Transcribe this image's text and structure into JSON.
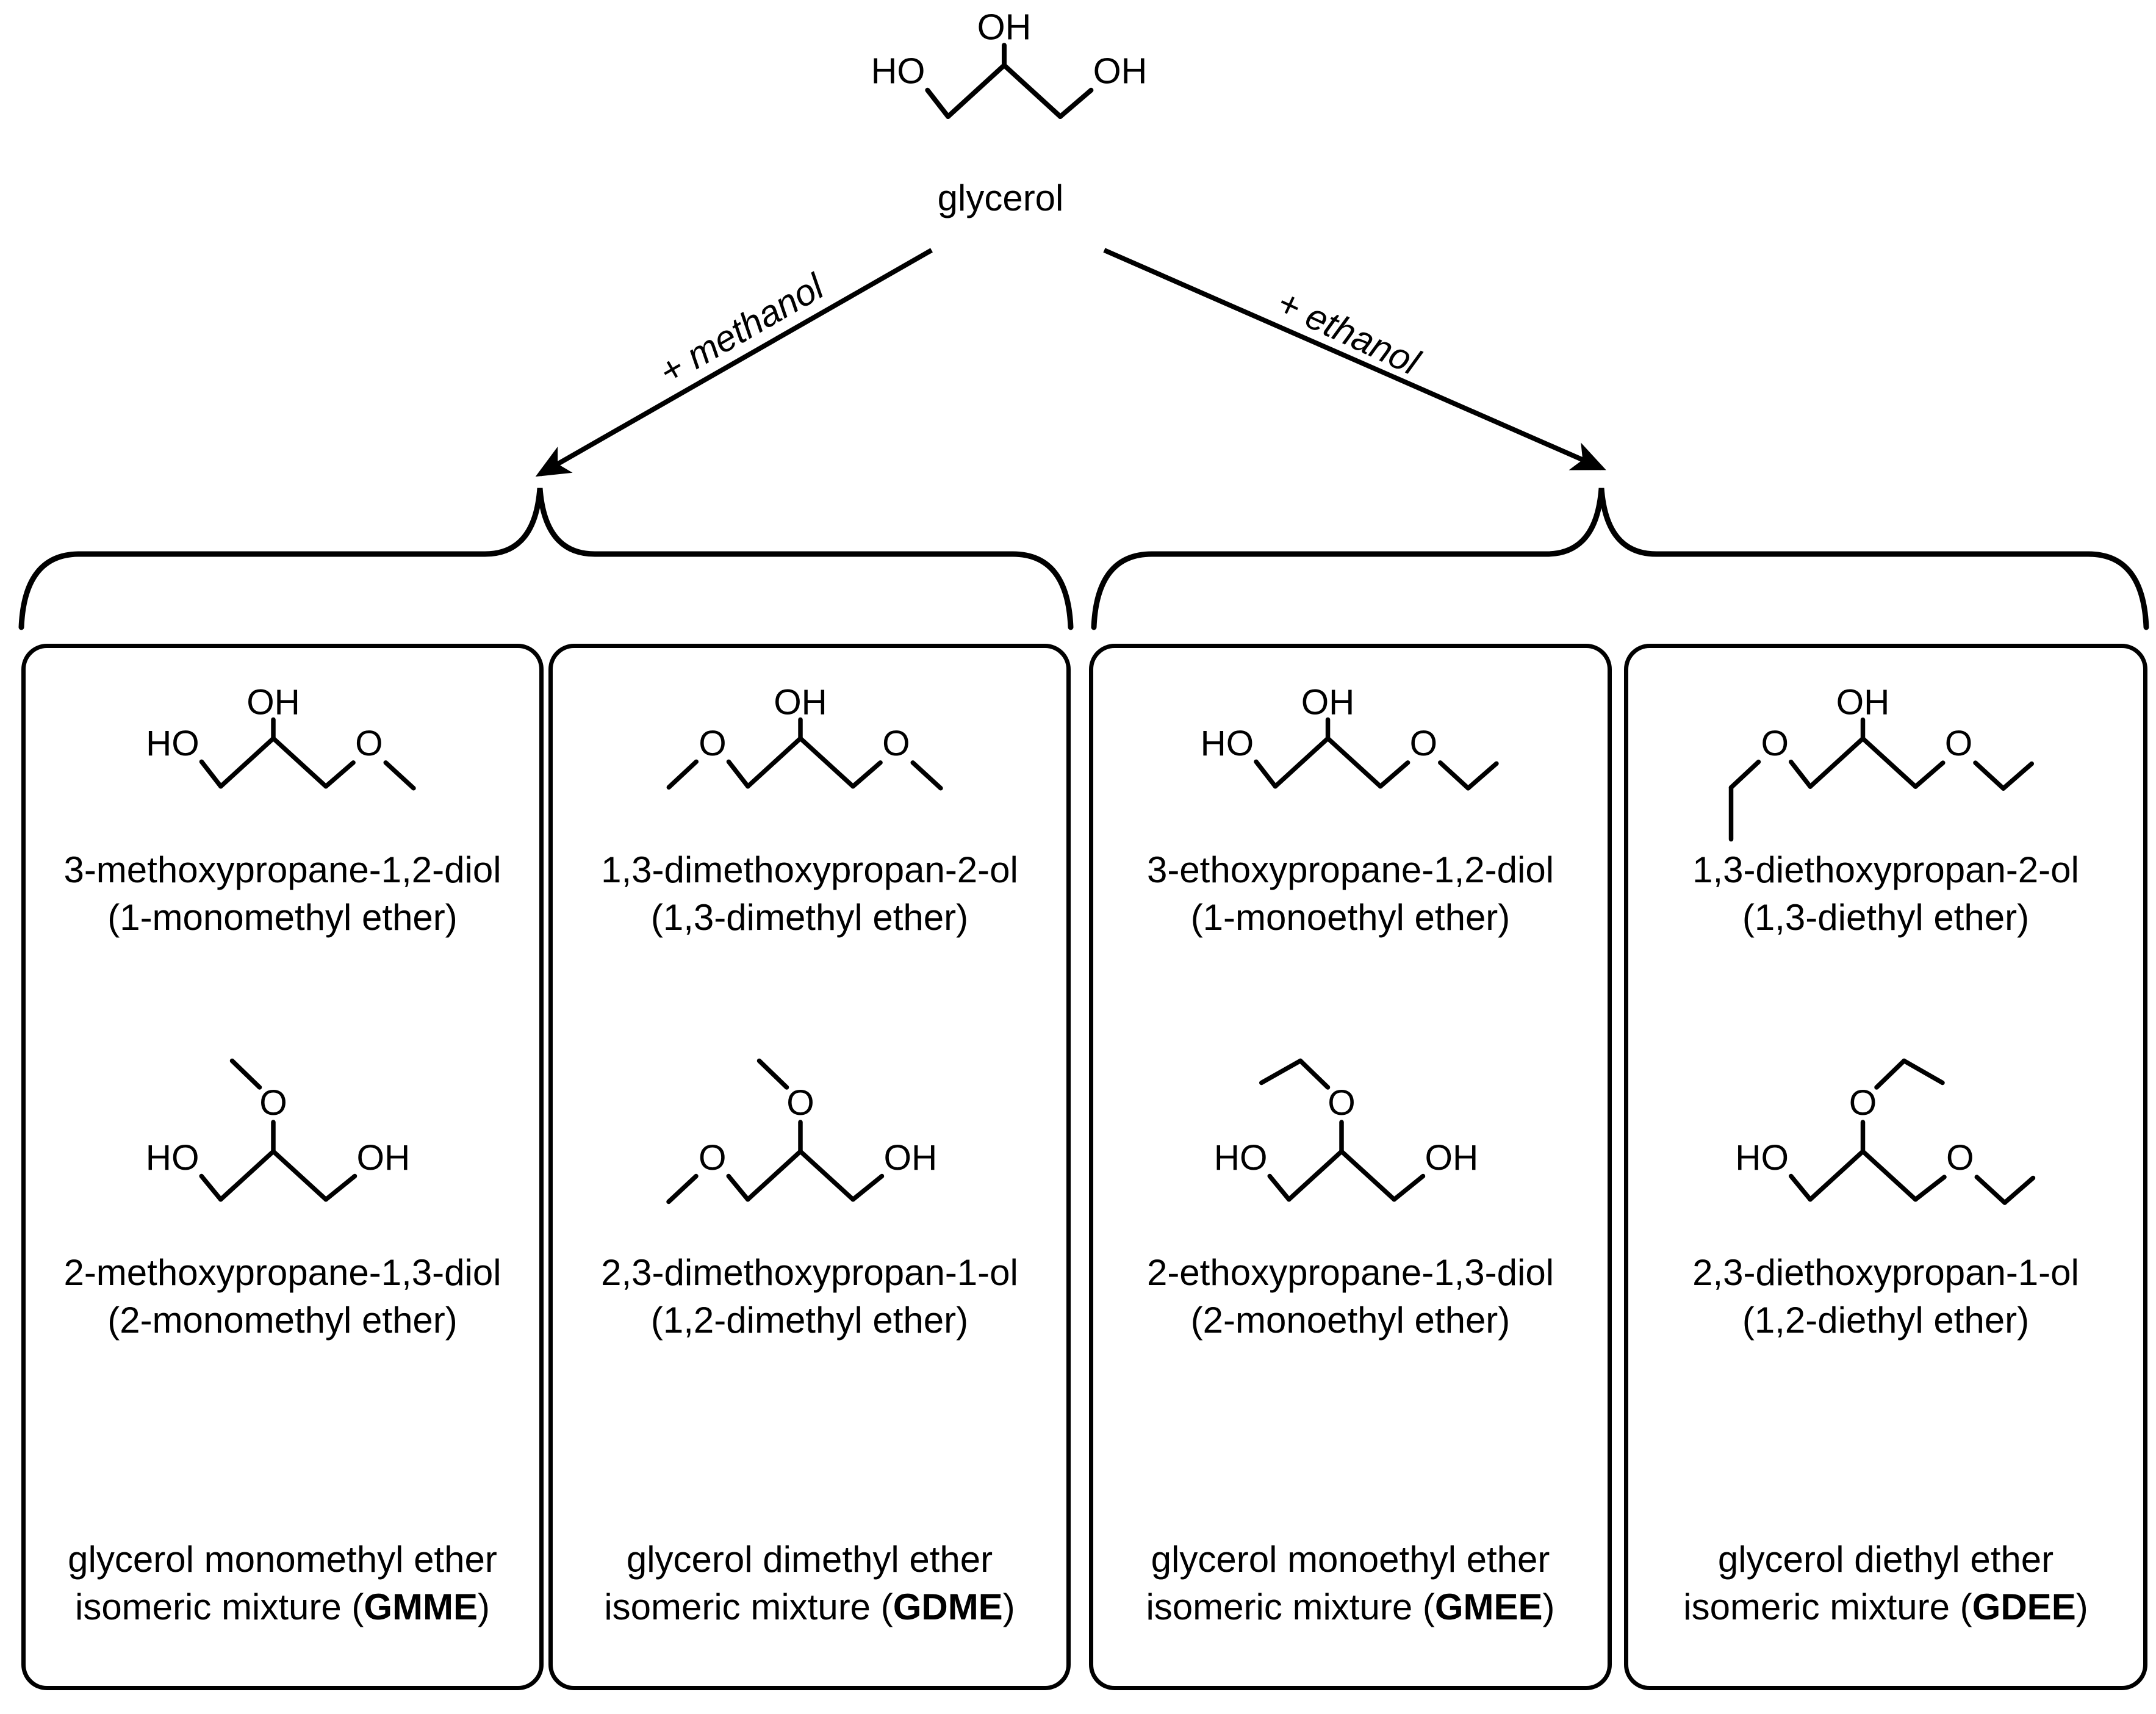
{
  "glycerol": {
    "label": "glycerol",
    "atoms": {
      "top": "OH",
      "left": "HO",
      "right": "OH"
    }
  },
  "reactions": {
    "left": "+ methanol",
    "right": "+ ethanol"
  },
  "boxes": [
    {
      "structures": [
        {
          "atoms": {
            "top": "OH",
            "left": "HO",
            "right": "O"
          },
          "name": "3-methoxypropane-1,2-diol",
          "alias": "(1-monomethyl ether)"
        },
        {
          "atoms": {
            "top": "O",
            "left": "HO",
            "right": "OH"
          },
          "name": "2-methoxypropane-1,3-diol",
          "alias": "(2-monomethyl ether)"
        }
      ],
      "footer": {
        "line1": "glycerol monomethyl ether",
        "pre": "isomeric mixture (",
        "acronym": "GMME",
        "post": ")"
      }
    },
    {
      "structures": [
        {
          "atoms": {
            "top": "OH",
            "left": "O",
            "right": "O"
          },
          "name": "1,3-dimethoxypropan-2-ol",
          "alias": "(1,3-dimethyl ether)"
        },
        {
          "atoms": {
            "top": "O",
            "left": "O",
            "right": "OH"
          },
          "name": "2,3-dimethoxypropan-1-ol",
          "alias": "(1,2-dimethyl ether)"
        }
      ],
      "footer": {
        "line1": "glycerol dimethyl ether",
        "pre": "isomeric mixture (",
        "acronym": "GDME",
        "post": ")"
      }
    },
    {
      "structures": [
        {
          "atoms": {
            "top": "OH",
            "left": "HO",
            "right": "O"
          },
          "name": "3-ethoxypropane-1,2-diol",
          "alias": "(1-monoethyl ether)"
        },
        {
          "atoms": {
            "top": "O",
            "left": "HO",
            "right": "OH"
          },
          "name": "2-ethoxypropane-1,3-diol",
          "alias": "(2-monoethyl ether)"
        }
      ],
      "footer": {
        "line1": "glycerol monoethyl ether",
        "pre": "isomeric mixture (",
        "acronym": "GMEE",
        "post": ")"
      }
    },
    {
      "structures": [
        {
          "atoms": {
            "top": "OH",
            "left": "O",
            "right": "O"
          },
          "name": "1,3-diethoxypropan-2-ol",
          "alias": "(1,3-diethyl ether)"
        },
        {
          "atoms": {
            "top": "O",
            "left": "HO",
            "right": "O"
          },
          "name": "2,3-diethoxypropan-1-ol",
          "alias": "(1,2-diethyl ether)"
        }
      ],
      "footer": {
        "line1": "glycerol diethyl ether",
        "pre": "isomeric mixture (",
        "acronym": "GDEE",
        "post": ")"
      }
    }
  ]
}
